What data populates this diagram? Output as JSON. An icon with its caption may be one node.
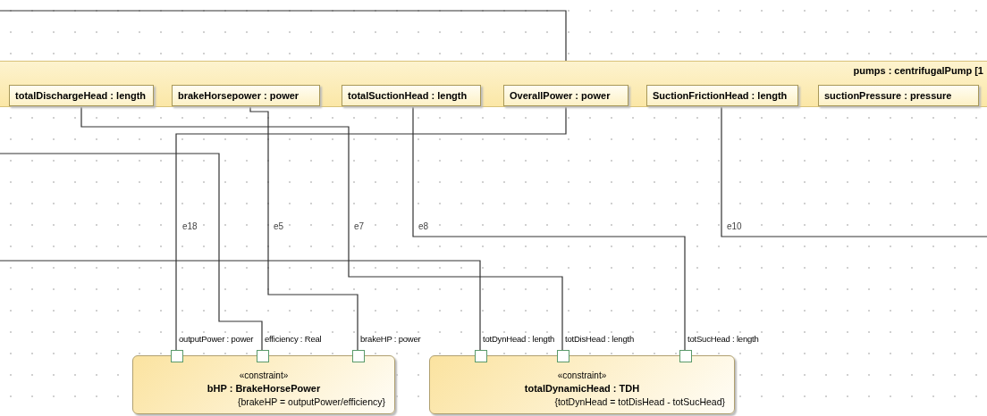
{
  "diagram": {
    "nodes": [
      {
        "text": [
          "pumps : centrifugalPump [1"
        ]
      },
      {
        "text": [
          "totalDischargeHead : length"
        ],
        "in": 0
      },
      {
        "text": [
          "brakeHorsepower : power"
        ],
        "in": 0
      },
      {
        "text": [
          "totalSuctionHead : length"
        ],
        "in": 0
      },
      {
        "text": [
          "OverallPower : power"
        ],
        "in": 0
      },
      {
        "text": [
          "SuctionFrictionHead : length"
        ],
        "in": 0
      },
      {
        "text": [
          "suctionPressure : pressure"
        ],
        "in": 0
      },
      {
        "text": [
          "«constraint»",
          "bHP : BrakeHorsePower",
          "{brakeHP = outputPower/efficiency}"
        ]
      },
      {
        "text": [
          "outputPower : power"
        ],
        "in": 7
      },
      {
        "text": [
          "efficiency : Real"
        ],
        "in": 7
      },
      {
        "text": [
          "brakeHP : power"
        ],
        "in": 7
      },
      {
        "text": [
          "«constraint»",
          "totalDynamicHead : TDH",
          "{totDynHead = totDisHead - totSucHead}"
        ]
      },
      {
        "text": [
          "totDynHead : length"
        ],
        "in": 11
      },
      {
        "text": [
          "totDisHead : length"
        ],
        "in": 11
      },
      {
        "text": [
          "totSucHead : length"
        ],
        "in": 11
      }
    ],
    "edges": [
      {
        "from": 4,
        "to": 8,
        "arrow": "none",
        "label": "e18"
      },
      {
        "from": 2,
        "to": 10,
        "arrow": "none",
        "label": "e5"
      },
      {
        "from": null,
        "to": 9,
        "arrow": "none"
      },
      {
        "from": 1,
        "to": 13,
        "arrow": "none",
        "label": "e7"
      },
      {
        "from": 3,
        "to": 14,
        "arrow": "none",
        "label": "e8"
      },
      {
        "from": null,
        "to": 12,
        "arrow": "none"
      },
      {
        "from": 5,
        "to": null,
        "arrow": "none",
        "label": "e10"
      },
      {
        "from": 4,
        "to": null,
        "arrow": "none"
      }
    ]
  }
}
